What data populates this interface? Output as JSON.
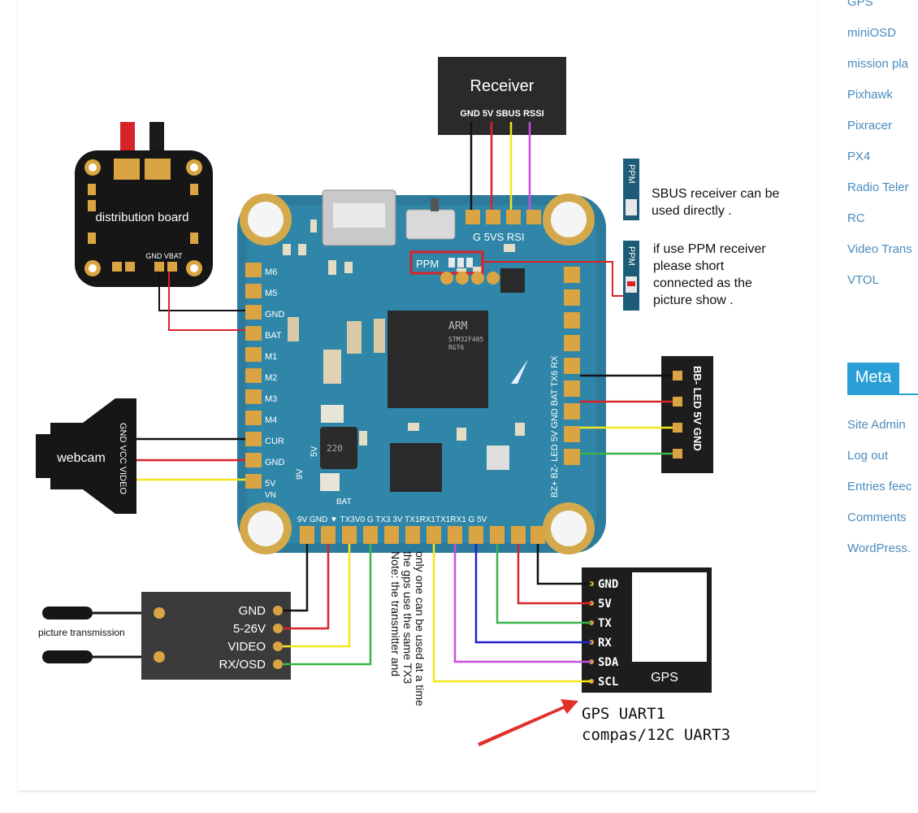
{
  "sidebar": {
    "links": [
      "GPS",
      "miniOSD",
      "mission pla",
      "Pixhawk",
      "Pixracer",
      "PX4",
      "Radio Teler",
      "RC",
      "Video Trans",
      "VTOL"
    ],
    "meta_heading": "Meta",
    "meta_links": [
      "Site Admin",
      "Log out",
      "Entries feec",
      "Comments",
      "WordPress."
    ]
  },
  "diagram": {
    "receiver": {
      "title": "Receiver",
      "pins": "GND 5V SBUS RSSI",
      "board_label": "G 5VS RSI"
    },
    "ppm_tag": "PPM",
    "sbus_note": [
      "SBUS receiver can be",
      "used directly ."
    ],
    "ppm_note": [
      "if use PPM receiver",
      "please short",
      "connected as the",
      "picture show ."
    ],
    "distribution_board": {
      "title": "distribution board",
      "pins": "GND VBAT"
    },
    "left_pads": [
      "M6",
      "M5",
      "GND",
      "BAT",
      "M1",
      "M2",
      "M3",
      "M4",
      "CUR",
      "GND",
      "5V",
      "VN"
    ],
    "voltage_labels": [
      "9V",
      "5V"
    ],
    "bat_label": "BAT",
    "webcam": {
      "title": "webcam",
      "pins": "GND VCC VIDEO"
    },
    "bottom_pads_label": "9V GND ▼ TX3V0 G TX3 3V TX1RX1TX1RX1 G 5V",
    "bottom_left_label": "9V",
    "right_pads_label": "BZ+ BZ- LED 5V GND BAT TX6 RX",
    "buzzer_block": "BB- LED 5V GND",
    "vtx": {
      "title": "picture transmission",
      "pins": [
        "GND",
        "5-26V",
        "VIDEO",
        "RX/OSD"
      ]
    },
    "note": [
      "Note: the transmitter and",
      "the gps use the same TX3",
      "only one can be used at a time"
    ],
    "gps": {
      "title": "GPS",
      "pins": [
        "GND",
        "5V",
        "TX",
        "RX",
        "SDA",
        "SCL"
      ]
    },
    "gps_uart": [
      "GPS UART1",
      "compas/12C UART3"
    ],
    "chip_text": [
      "ARM",
      "STM32F405",
      "RGT6"
    ],
    "inductor": "220"
  }
}
